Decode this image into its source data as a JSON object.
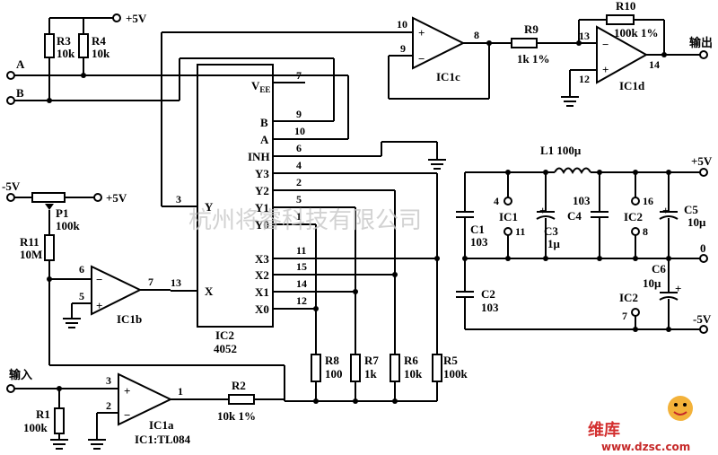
{
  "labels": {
    "r3": "R3",
    "r3v": "10k",
    "r4": "R4",
    "r4v": "10k",
    "p5v_top": "+5V",
    "in_a": "A",
    "in_b": "B",
    "ic1c_pin10": "10",
    "ic1c_pin9": "9",
    "ic1c_pin8": "8",
    "ic1c": "IC1c",
    "r9": "R9",
    "r9v": "1k  1%",
    "r10": "R10",
    "r10v": "100k  1%",
    "ic1d_pin13": "13",
    "ic1d_pin12": "12",
    "ic1d_pin14": "14",
    "ic1d": "IC1d",
    "output": "输出",
    "m5v": "-5V",
    "p5v_p1": "+5V",
    "p1": "P1",
    "p1v": "100k",
    "r11": "R11",
    "r11v": "10M",
    "ic1b_pin6": "6",
    "ic1b_pin5": "5",
    "ic1b_pin7": "7",
    "ic1b": "IC1b",
    "ic2_pin3": "3",
    "ic2_pin13": "13",
    "vee": "V",
    "vee_sub": "EE",
    "vee_pin": "7",
    "pin_b": "B",
    "pin_b_n": "9",
    "pin_a": "A",
    "pin_a_n": "10",
    "pin_inh": "INH",
    "pin_inh_n": "6",
    "pin_y3": "Y3",
    "pin_y3_n": "4",
    "pin_y2": "Y2",
    "pin_y2_n": "2",
    "pin_y1": "Y1",
    "pin_y1_n": "5",
    "pin_y0": "Y0",
    "pin_y0_n": "1",
    "pin_y": "Y",
    "pin_x": "X",
    "pin_x3": "X3",
    "pin_x3_n": "11",
    "pin_x2": "X2",
    "pin_x2_n": "15",
    "pin_x1": "X1",
    "pin_x1_n": "14",
    "pin_x0": "X0",
    "pin_x0_n": "12",
    "ic2": "IC2",
    "ic2_part": "4052",
    "r8": "R8",
    "r8v": "100",
    "r7": "R7",
    "r7v": "1k",
    "r6": "R6",
    "r6v": "10k",
    "r5": "R5",
    "r5v": "100k",
    "input": "输入",
    "ic1a_pin3": "3",
    "ic1a_pin2": "2",
    "ic1a_pin1": "1",
    "ic1a": "IC1a",
    "r1": "R1",
    "r1v": "100k",
    "r2": "R2",
    "r2v": "10k  1%",
    "ic1_part": "IC1:TL084",
    "l1": "L1  100μ",
    "p5v_supply": "+5V",
    "zero": "0",
    "m5v_supply": "-5V",
    "c1": "C1",
    "c1v": "103",
    "c2": "C2",
    "c2v": "103",
    "ic1_pin4": "4",
    "ic1_pin11": "11",
    "ic1_label": "IC1",
    "c3": "C3",
    "c3v": "1μ",
    "c4": "C4",
    "c4v": "103",
    "ic2_pin16": "16",
    "ic2_pin8": "8",
    "ic2_label": "IC2",
    "c5": "C5",
    "c5v": "10μ",
    "c6": "C6",
    "c6v": "10μ",
    "ic2_pin7": "7",
    "ic2_label2": "IC2",
    "watermark": "杭州将睿科技有限公司",
    "logo": "维库",
    "site": "www.dzsc.com"
  }
}
